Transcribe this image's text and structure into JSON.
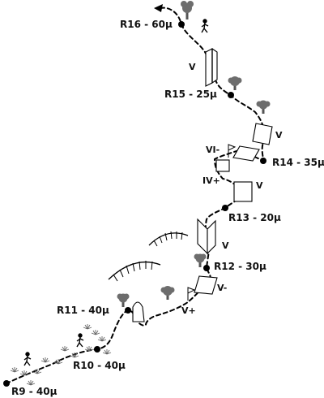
{
  "belays": [
    {
      "id": "R9",
      "label": "R9 - 40µ"
    },
    {
      "id": "R10",
      "label": "R10 - 40µ"
    },
    {
      "id": "R11",
      "label": "R11 - 40µ"
    },
    {
      "id": "R12",
      "label": "R12 - 30µ"
    },
    {
      "id": "R13",
      "label": "R13 - 20µ"
    },
    {
      "id": "R14",
      "label": "R14 - 35µ"
    },
    {
      "id": "R15",
      "label": "R15 - 25µ"
    },
    {
      "id": "R16",
      "label": "R16 - 60µ"
    }
  ],
  "grades": {
    "pitch_11_12": "V+",
    "pitch_12_lower": "V-",
    "pitch_12_13": "V",
    "pitch_13_14_low": "IV+",
    "pitch_13_14_box": "V",
    "pitch_13_14_traverse": "VI-",
    "pitch_14_upper": "V",
    "pitch_15_16": "V"
  },
  "icons": [
    "tree-icon",
    "walker-icon",
    "flag-icon",
    "grass-icon",
    "arch-overhang",
    "dihedral-icon",
    "slab-icon",
    "pillar-icon"
  ],
  "colors": {
    "ink": "#000000",
    "tree": "#6d6d6d",
    "grass": "#666666",
    "background": "#ffffff"
  }
}
